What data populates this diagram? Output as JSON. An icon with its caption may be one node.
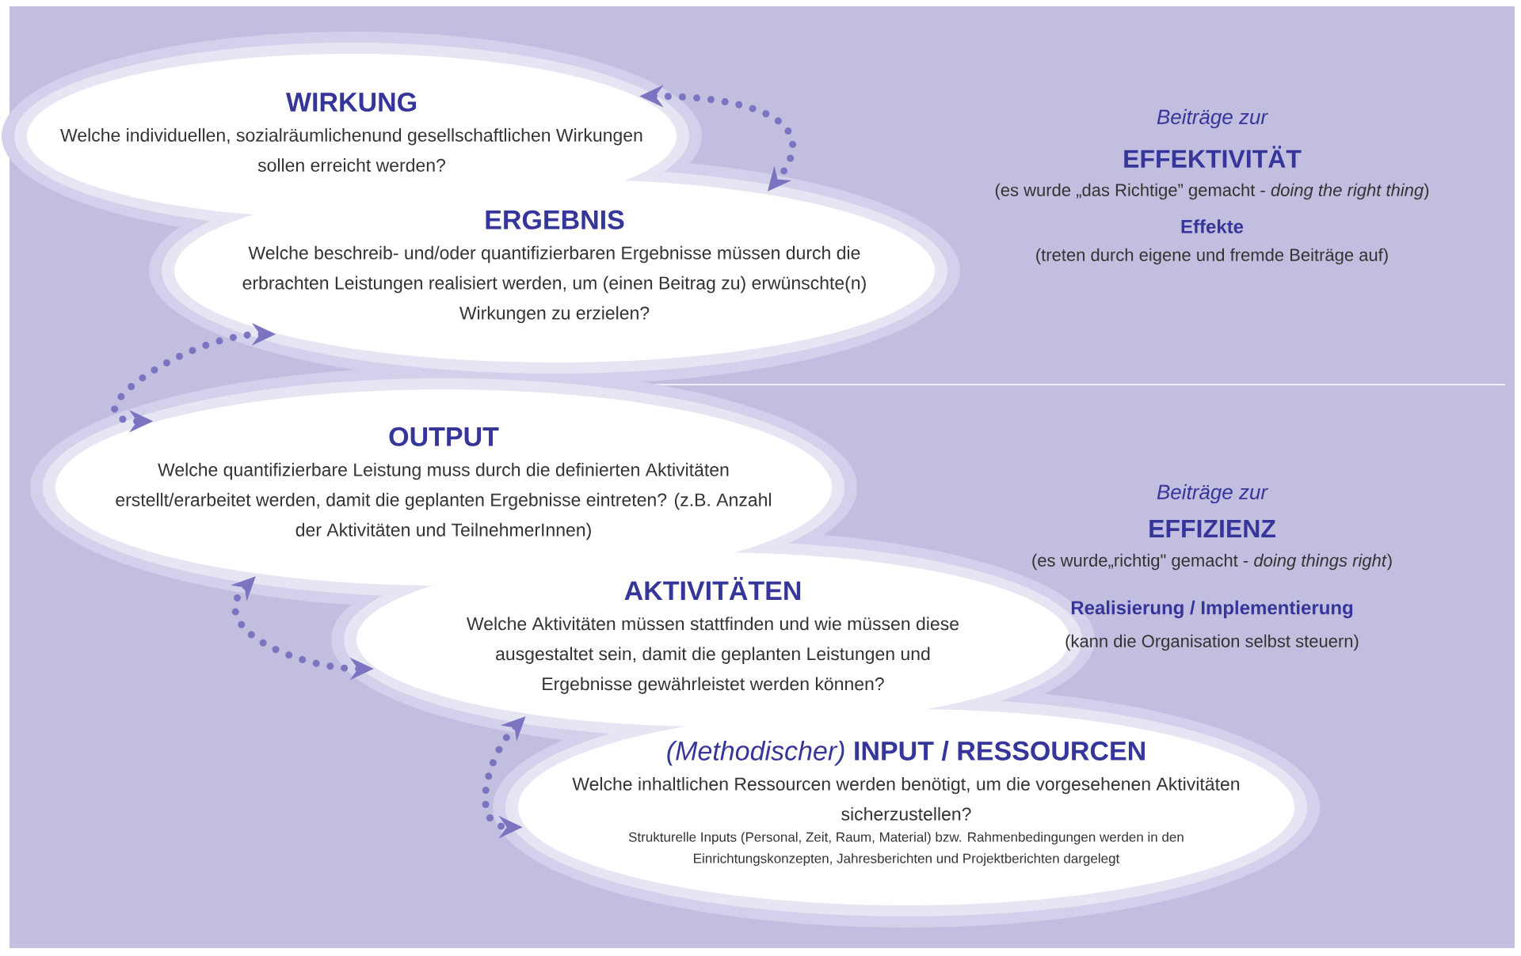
{
  "diagram": {
    "nodes": [
      {
        "text": [
          "WIRKUNG",
          "Welche individuellen, sozialräumlichenund gesellschaftlichen Wirkungen sollen erreicht werden?"
        ]
      },
      {
        "text": [
          "ERGEBNIS",
          "Welche beschreib- und/oder quantifizierbaren Ergebnisse müssen durch die erbrachten Leistungen realisiert werden, um (einen Beitrag zu) erwünschte(n) Wirkungen zu erzielen?"
        ]
      },
      {
        "text": [
          "OUTPUT",
          "Welche quantifizierbare Leistung muss durch die definierten Aktivitäten erstellt/erarbeitet werden, damit die geplanten Ergebnisse eintreten? (z.B. Anzahl der Aktivitäten und TeilnehmerInnen)"
        ]
      },
      {
        "text": [
          "AKTIVITÄTEN",
          "Welche Aktivitäten müssen stattfinden und wie müssen diese ausgestaltet sein, damit die geplanten Leistungen und Ergebnisse gewährleistet werden können?"
        ]
      },
      {
        "text": [
          "*(Methodischer)* **INPUT / RESSOURCEN**",
          "Welche inhaltlichen Ressourcen werden benötigt, um die vorgesehenen Aktivitäten sicherzustellen?",
          "Strukturelle Inputs (Personal, Zeit, Raum, Material) bzw. Rahmenbedingungen werden in den Einrichtungskonzepten, Jahresberichten und Projektberichten dargelegt"
        ]
      }
    ],
    "edges": [
      {
        "from": 0,
        "to": 1,
        "arrow": "both"
      },
      {
        "from": 1,
        "to": 2,
        "arrow": "both"
      },
      {
        "from": 2,
        "to": 3,
        "arrow": "both"
      },
      {
        "from": 3,
        "to": 4,
        "arrow": "both"
      }
    ],
    "labels": [
      "Beiträge zur",
      "EFFEKTIVITÄT",
      "(es wurde „das Richtige” gemacht - *doing the right thing*)",
      "Effekte",
      "(treten durch eigene und fremde Beiträge auf)",
      "Beiträge zur",
      "EFFIZIENZ",
      "(es wurde„richtig\" gemacht - *doing things right*)",
      "Realisierung / Implementierung",
      "(kann die Organisation selbst steuern)"
    ]
  }
}
